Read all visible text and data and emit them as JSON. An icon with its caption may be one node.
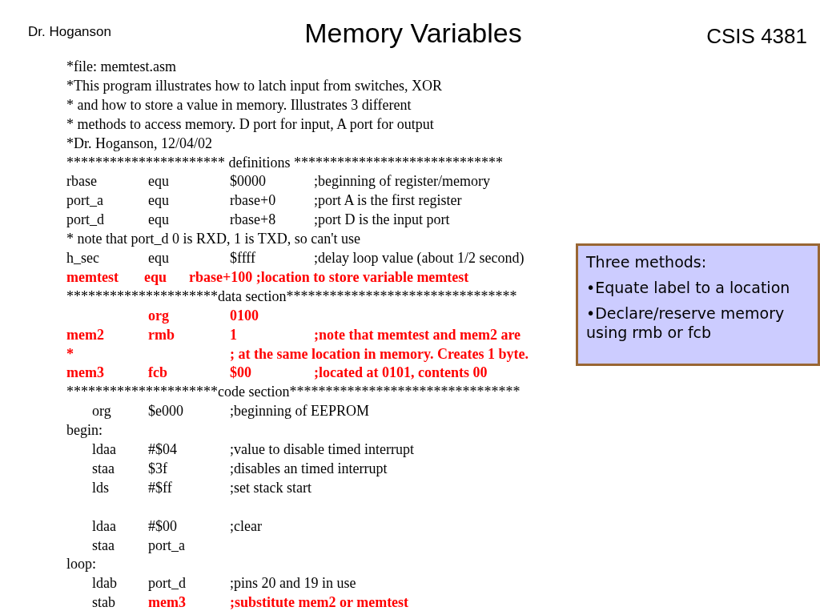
{
  "diagram": {
    "title": "Memory Variables",
    "nodes": [
      {
        "text": [
          "Three methods:",
          "•Equate label to a location",
          "•Declare/reserve memory using rmb or fcb"
        ]
      }
    ],
    "labels": [
      "Dr. Hoganson",
      "CSIS 4381",
      "*file:  memtest.asm",
      "*This program illustrates how to latch input from switches, XOR",
      "* and how to store a value in memory.  Illustrates 3 different",
      "* methods to access memory. D port for input, A port for output",
      "*Dr. Hoganson, 12/04/02",
      "********************** definitions *****************************",
      "rbase",
      "equ",
      "$0000",
      ";beginning of register/memory",
      "port_a",
      "equ",
      "rbase+0",
      ";port A is the first register",
      "port_d",
      "equ",
      "rbase+8",
      ";port D is the input port",
      "* note that port_d 0 is RXD, 1 is TXD, so can't use",
      "h_sec",
      "equ",
      "$ffff",
      ";delay loop value (about 1/2 second)",
      "memtest",
      "equ",
      "rbase+100 ;location to store variable memtest",
      "*********************data section********************************",
      "org",
      "0100",
      "mem2",
      "rmb",
      "1",
      ";note that memtest and mem2 are",
      "*",
      "; at the same location in memory.  Creates 1 byte.",
      "mem3",
      "fcb",
      "$00",
      ";located at 0101, contents 00",
      "*********************code section********************************",
      "org",
      "$e000",
      ";beginning of EEPROM",
      "begin:",
      "ldaa",
      "#$04",
      ";value to disable timed interrupt",
      "staa",
      "$3f",
      ";disables an timed interrupt",
      "lds",
      "#$ff",
      ";set stack start",
      "ldaa",
      "#$00",
      ";clear",
      "staa",
      "port_a",
      "loop:",
      "ldab",
      "port_d",
      ";pins 20 and 19 in use",
      "stab",
      "mem3",
      ";substitute mem2 or memtest"
    ]
  }
}
